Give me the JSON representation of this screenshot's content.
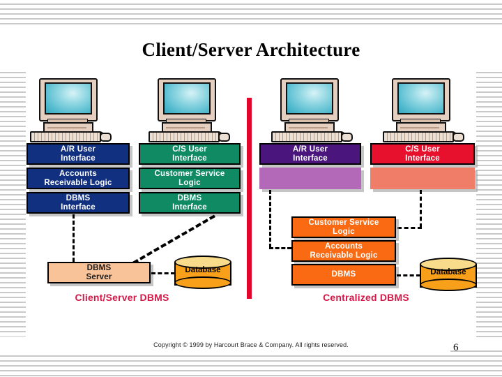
{
  "slide": {
    "title": "Client/Server Architecture",
    "page_number": "6",
    "copyright": "Copyright © 1999 by Harcourt Brace & Company. All rights reserved."
  },
  "colors": {
    "divider_red": "#e3052b",
    "navy": "#11307f",
    "green": "#0f8a63",
    "purple": "#4a167d",
    "light_purple": "#b369b8",
    "red": "#e8112d",
    "salmon": "#ef7d68",
    "orange": "#f96a12",
    "peach": "#f9c39a",
    "db_orange": "#f9a01b",
    "db_top": "#f8dc8c",
    "caption_crimson": "#d11947"
  },
  "workstations": [
    {
      "name": "workstation-1",
      "screen": "blank-screen"
    },
    {
      "name": "workstation-2",
      "screen": "blank-screen"
    },
    {
      "name": "workstation-3",
      "screen": "blank-screen"
    },
    {
      "name": "workstation-4",
      "screen": "blank-screen"
    }
  ],
  "client_server": {
    "caption": "Client/Server DBMS",
    "stack_ar": [
      {
        "label": "A/R User\nInterface",
        "line1": "A/R User",
        "line2": "Interface"
      },
      {
        "label": "Accounts Receivable Logic",
        "line1": "Accounts",
        "line2": "Receivable Logic"
      },
      {
        "label": "DBMS Interface",
        "line1": "DBMS",
        "line2": "Interface"
      }
    ],
    "stack_cs": [
      {
        "label": "C/S User Interface",
        "line1": "C/S User",
        "line2": "Interface"
      },
      {
        "label": "Customer Service Logic",
        "line1": "Customer Service",
        "line2": "Logic"
      },
      {
        "label": "DBMS Interface",
        "line1": "DBMS",
        "line2": "Interface"
      }
    ],
    "server": {
      "line1": "DBMS",
      "line2": "Server"
    },
    "database": "Database"
  },
  "centralized": {
    "caption": "Centralized DBMS",
    "stack_ar": [
      {
        "line1": "A/R User",
        "line2": "Interface"
      },
      {
        "line1": "",
        "line2": ""
      }
    ],
    "stack_cs": [
      {
        "line1": "C/S User",
        "line2": "Interface"
      },
      {
        "line1": "",
        "line2": ""
      }
    ],
    "host_stack": [
      {
        "line1": "Customer Service",
        "line2": "Logic"
      },
      {
        "line1": "Accounts",
        "line2": "Receivable Logic"
      },
      {
        "line1": "DBMS",
        "line2": ""
      }
    ],
    "database": "Database"
  }
}
